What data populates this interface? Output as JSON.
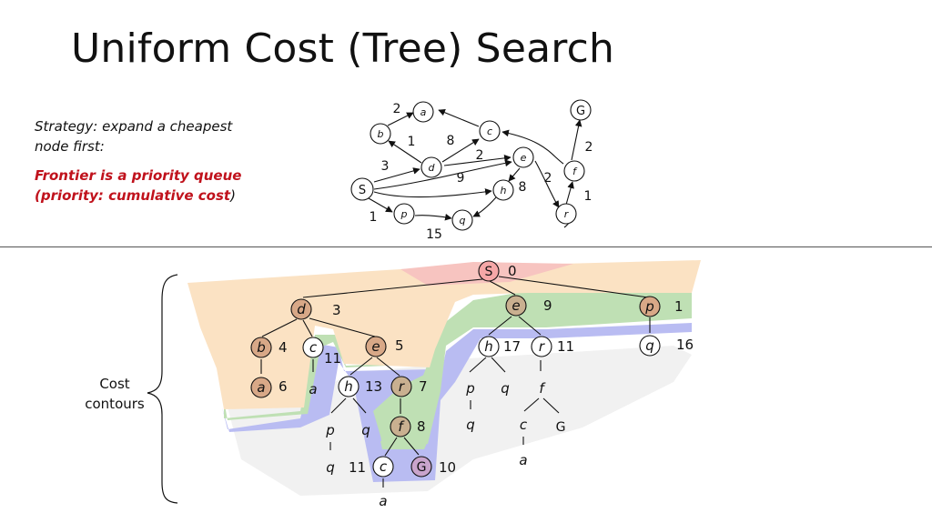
{
  "title": "Uniform Cost (Tree) Search",
  "strategy": "Strategy: expand a cheapest node first:",
  "frontier": {
    "main": "Frontier is a priority queue (priority: cumulative cost",
    "tail": ")"
  },
  "contours_label": {
    "line1": "Cost",
    "line2": "contours"
  },
  "colors": {
    "frontier_red": "#c0121c",
    "node_pink": "#f5a7a7",
    "node_tan": "#d8a887",
    "node_olive": "#c9b090",
    "node_purple": "#c9a4cc",
    "contour_red": "#f7c4c0",
    "contour_orange": "#fbe2c3",
    "contour_green": "#bfe0b4",
    "contour_blue": "#b9bcf2",
    "contour_gray": "#f1f1f1"
  },
  "graph": {
    "nodes": {
      "S": "S",
      "a": "a",
      "b": "b",
      "c": "c",
      "d": "d",
      "e": "e",
      "f": "f",
      "G": "G",
      "h": "h",
      "p": "p",
      "q": "q",
      "r": "r"
    },
    "edge_costs": {
      "b_a": "2",
      "b_d": "1",
      "d_c": "8",
      "S_d": "3",
      "d_e": "2",
      "S_e": "9",
      "e_h": "8",
      "e_r": "2",
      "f_G": "2",
      "r_f": "1",
      "S_p": "1",
      "p_q": "15"
    }
  },
  "tree": {
    "S": {
      "label": "S",
      "cost": "0"
    },
    "d": {
      "label": "d",
      "cost": "3"
    },
    "e": {
      "label": "e",
      "cost": "9"
    },
    "p": {
      "label": "p",
      "cost": "1"
    },
    "b": {
      "label": "b",
      "cost": "4"
    },
    "c1": {
      "label": "c",
      "cost": "11"
    },
    "e2": {
      "label": "e",
      "cost": "5"
    },
    "h2": {
      "label": "h",
      "cost": "17"
    },
    "r2": {
      "label": "r",
      "cost": "11"
    },
    "q2": {
      "label": "q",
      "cost": "16"
    },
    "a1": {
      "label": "a",
      "cost": "6"
    },
    "a2": {
      "label": "a"
    },
    "h3": {
      "label": "h",
      "cost": "13"
    },
    "r3": {
      "label": "r",
      "cost": "7"
    },
    "p3": {
      "label": "p"
    },
    "q3": {
      "label": "q"
    },
    "f3": {
      "label": "f"
    },
    "p4": {
      "label": "p"
    },
    "q4": {
      "label": "q"
    },
    "f4": {
      "label": "f",
      "cost": "8"
    },
    "q5": {
      "label": "q"
    },
    "c5": {
      "label": "c"
    },
    "G5": {
      "label": "G"
    },
    "q6": {
      "label": "q"
    },
    "c6": {
      "label": "c",
      "cost": "11"
    },
    "G6": {
      "label": "G",
      "cost": "10"
    },
    "a6": {
      "label": "a"
    },
    "a7": {
      "label": "a"
    }
  }
}
